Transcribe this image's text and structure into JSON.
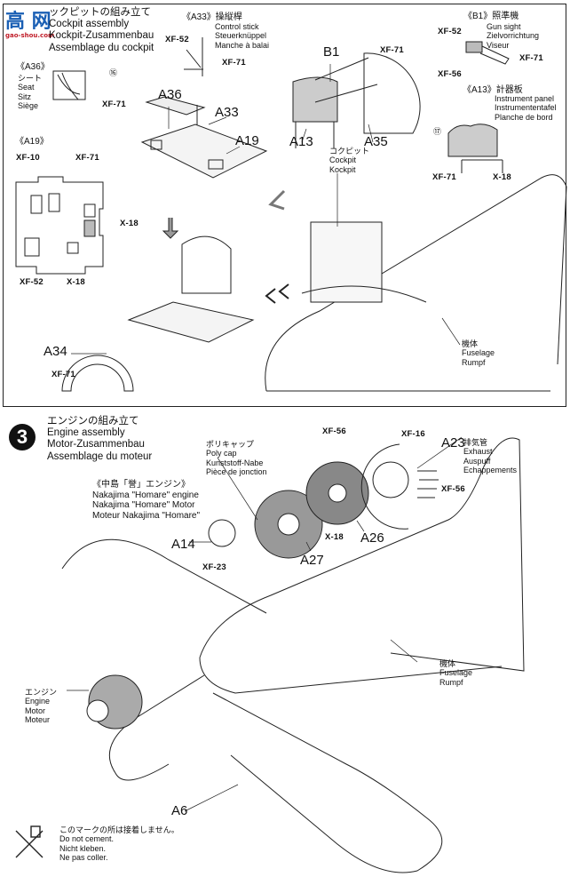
{
  "watermark": {
    "logo_text": "高 网",
    "logo_sub": "gao-shou.com"
  },
  "step2": {
    "title": [
      "ックピットの組み立て",
      "Cockpit assembly",
      "Kockpit-Zusammenbau",
      "Assemblage du cockpit"
    ],
    "a33_callout": {
      "title": "《A33》操縦桿",
      "lines": [
        "Control stick",
        "Steuerknüppel",
        "Manche à balai"
      ],
      "paints": [
        "XF-52",
        "XF-71"
      ]
    },
    "a36_callout": {
      "title": "《A36》",
      "lines": [
        "シート",
        "Seat",
        "Sitz",
        "Siège"
      ],
      "step_ref": "⑯",
      "paint": "XF-71"
    },
    "a19_callout": {
      "title": "《A19》",
      "paints": [
        "XF-10",
        "XF-71",
        "X-18",
        "XF-52",
        "X-18"
      ]
    },
    "b1_callout": {
      "title": "《B1》照準機",
      "lines": [
        "Gun sight",
        "Zielvorrichtung",
        "Viseur"
      ],
      "paints": [
        "XF-52",
        "XF-56",
        "XF-71"
      ]
    },
    "a13_callout": {
      "title": "《A13》計器板",
      "lines": [
        "Instrument panel",
        "Instrumententafel",
        "Planche de bord"
      ],
      "step_ref": "⑰",
      "paints": [
        "XF-71",
        "X-18"
      ]
    },
    "parts": {
      "a36": "A36",
      "a33": "A33",
      "a19": "A19",
      "a34": "A34",
      "a34_paint": "XF-71",
      "b1": "B1",
      "b1_paint": "XF-71",
      "a13": "A13",
      "a35": "A35"
    },
    "cockpit_label": [
      "コクピット",
      "Cockpit",
      "Kockpit"
    ],
    "fuselage_label": [
      "機体",
      "Fuselage",
      "Rumpf"
    ]
  },
  "step3": {
    "number": "3",
    "title": [
      "エンジンの組み立て",
      "Engine assembly",
      "Motor-Zusammenbau",
      "Assemblage du moteur"
    ],
    "polycap": [
      "ポリキャップ",
      "Poly cap",
      "Kunststoff-Nabe",
      "Pièce de jonction"
    ],
    "engine_name": [
      "《中島「誉」エンジン》",
      "Nakajima \"Homare\" engine",
      "Nakajima \"Homare\" Motor",
      "Moteur Nakajima \"Homare\""
    ],
    "parts": {
      "a14": "A14",
      "a14_paint": "XF-23",
      "a27": "A27",
      "a27_paint": "X-18",
      "a26": "A26",
      "a26_paint": "XF-56",
      "a23": "A23",
      "a23_paint_top": "XF-16",
      "a23_paint_bottom": "XF-56",
      "a6": "A6"
    },
    "exhaust": [
      "排気管",
      "Exhaust",
      "Auspuff",
      "Echappements"
    ],
    "fuselage_label": [
      "機体",
      "Fuselage",
      "Rumpf"
    ],
    "engine_label": [
      "エンジン",
      "Engine",
      "Motor",
      "Moteur"
    ],
    "no_cement": [
      "このマークの所は接着しません。",
      "Do not cement.",
      "Nicht kleben.",
      "Ne pas coller."
    ]
  }
}
